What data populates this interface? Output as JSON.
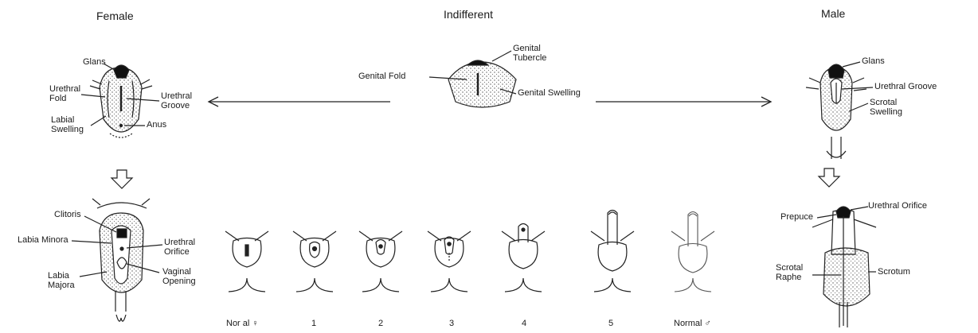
{
  "headings": {
    "female": "Female",
    "indifferent": "Indifferent",
    "male": "Male"
  },
  "indifferent": {
    "genital_tubercle": "Genital\nTubercle",
    "genital_fold": "Genital Fold",
    "genital_swelling": "Genital Swelling"
  },
  "female_top": {
    "glans": "Glans",
    "urethral_fold": "Urethral\nFold",
    "urethral_groove": "Urethral\nGroove",
    "labial_swelling": "Labial\nSwelling",
    "anus": "Anus"
  },
  "male_top": {
    "glans": "Glans",
    "urethral_groove": "Urethral Groove",
    "scrotal_swelling": "Scrotal\nSwelling"
  },
  "female_bottom": {
    "clitoris": "Clitoris",
    "labia_minora": "Labia Minora",
    "labia_majora": "Labia\nMajora",
    "urethral_orifice": "Urethral\nOrifice",
    "vaginal_opening": "Vaginal\nOpening"
  },
  "male_bottom": {
    "prepuce": "Prepuce",
    "urethral_orifice": "Urethral Orifice",
    "scrotal_raphe": "Scrotal\nRaphe",
    "scrotum": "Scrotum"
  },
  "stages": [
    "Nor  al ♀",
    "1",
    "2",
    "3",
    "4",
    "5",
    "Normal ♂"
  ]
}
